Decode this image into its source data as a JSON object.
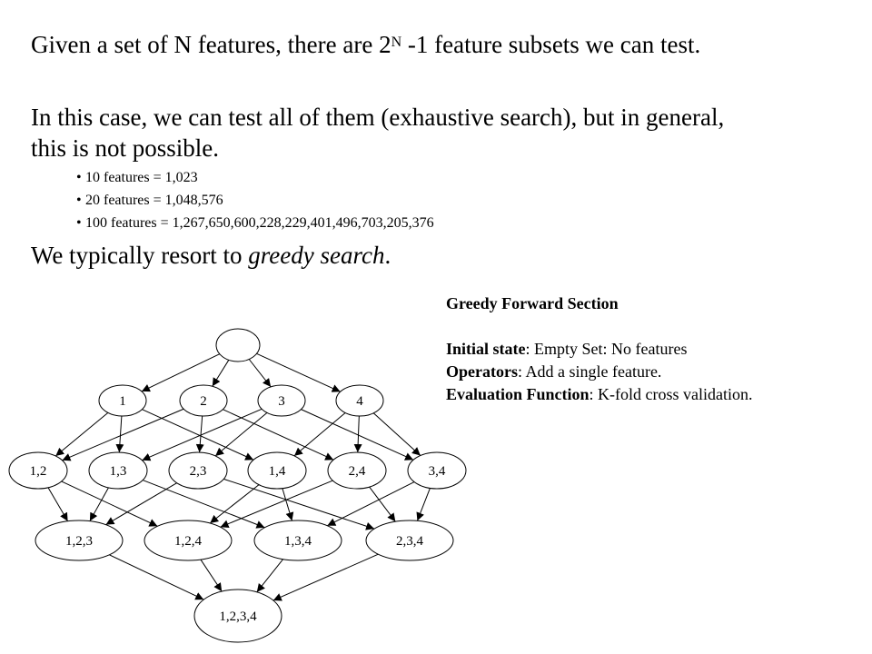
{
  "text": {
    "line1_pre": "Given a set of N features, there are 2",
    "line1_sup": "N",
    "line1_post": " -1 feature subsets we can test.",
    "line2": "In this case, we can test all of them (exhaustive search), but in general,",
    "line3": "this is not possible.",
    "bullets": [
      "10 features = 1,023",
      "20 features = 1,048,576",
      "100 features = 1,267,650,600,228,229,401,496,703,205,376"
    ],
    "line4_pre": "We typically resort to ",
    "line4_em": "greedy search",
    "line4_post": "."
  },
  "greedy": {
    "heading": "Greedy Forward Section",
    "initial_label": "Initial state",
    "initial_value": ": Empty Set: No features",
    "operators_label": "Operators",
    "operators_value": ": Add a single feature.",
    "eval_label": "Evaluation Function",
    "eval_value": ": K-fold cross validation."
  },
  "lattice": {
    "nodes": [
      {
        "id": "empty",
        "label": ""
      },
      {
        "id": "1",
        "label": "1"
      },
      {
        "id": "2",
        "label": "2"
      },
      {
        "id": "3",
        "label": "3"
      },
      {
        "id": "4",
        "label": "4"
      },
      {
        "id": "12",
        "label": "1,2"
      },
      {
        "id": "13",
        "label": "1,3"
      },
      {
        "id": "23",
        "label": "2,3"
      },
      {
        "id": "14",
        "label": "1,4"
      },
      {
        "id": "24",
        "label": "2,4"
      },
      {
        "id": "34",
        "label": "3,4"
      },
      {
        "id": "123",
        "label": "1,2,3"
      },
      {
        "id": "124",
        "label": "1,2,4"
      },
      {
        "id": "134",
        "label": "1,3,4"
      },
      {
        "id": "234",
        "label": "2,3,4"
      },
      {
        "id": "1234",
        "label": "1,2,3,4"
      }
    ],
    "edges": [
      [
        "empty",
        "1"
      ],
      [
        "empty",
        "2"
      ],
      [
        "empty",
        "3"
      ],
      [
        "empty",
        "4"
      ],
      [
        "1",
        "12"
      ],
      [
        "1",
        "13"
      ],
      [
        "1",
        "14"
      ],
      [
        "2",
        "12"
      ],
      [
        "2",
        "23"
      ],
      [
        "2",
        "24"
      ],
      [
        "3",
        "13"
      ],
      [
        "3",
        "23"
      ],
      [
        "3",
        "34"
      ],
      [
        "4",
        "14"
      ],
      [
        "4",
        "24"
      ],
      [
        "4",
        "34"
      ],
      [
        "12",
        "123"
      ],
      [
        "12",
        "124"
      ],
      [
        "13",
        "123"
      ],
      [
        "13",
        "134"
      ],
      [
        "23",
        "123"
      ],
      [
        "23",
        "234"
      ],
      [
        "14",
        "124"
      ],
      [
        "14",
        "134"
      ],
      [
        "24",
        "124"
      ],
      [
        "24",
        "234"
      ],
      [
        "34",
        "134"
      ],
      [
        "34",
        "234"
      ],
      [
        "123",
        "1234"
      ],
      [
        "124",
        "1234"
      ],
      [
        "134",
        "1234"
      ],
      [
        "234",
        "1234"
      ]
    ]
  }
}
